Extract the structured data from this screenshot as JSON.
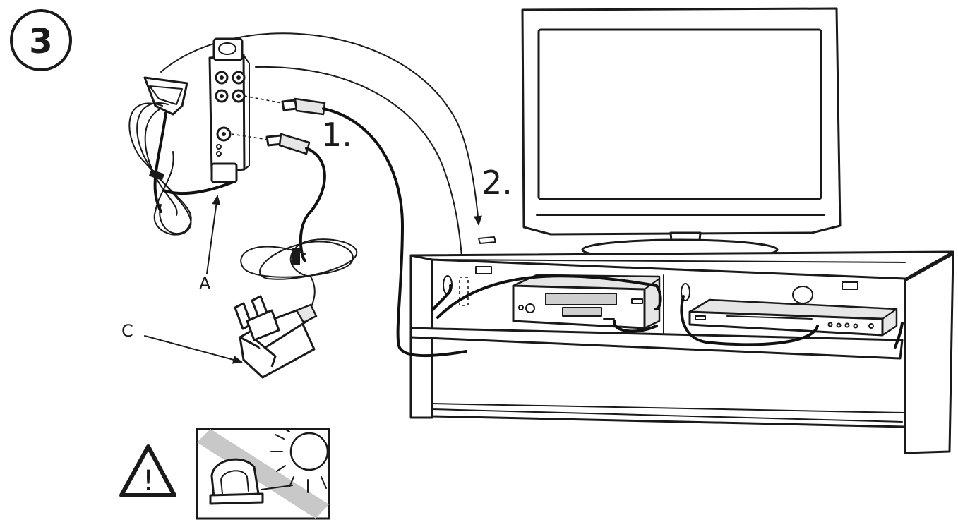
{
  "figure": {
    "step_number": "3",
    "step_labels": [
      "1.",
      "2."
    ],
    "part_labels": {
      "receiver": "A",
      "adapter": "C"
    },
    "warning_glyph": "!",
    "icons": [
      "warning-triangle-icon",
      "sun-icon",
      "ir-eye-icon"
    ]
  }
}
